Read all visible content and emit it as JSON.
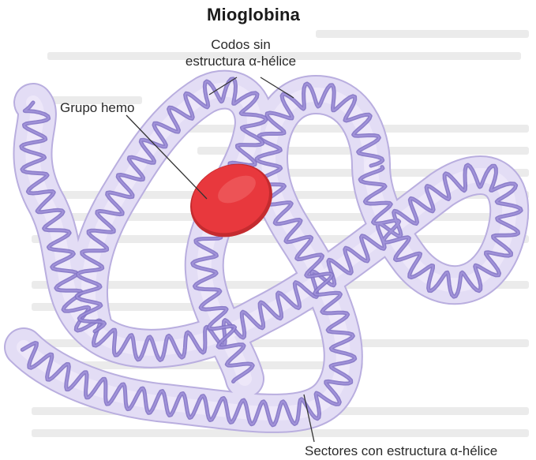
{
  "diagram": {
    "title": "Mioglobina",
    "labels": {
      "codos_line1": "Codos sin",
      "codos_line2": "estructura α-hélice",
      "grupo_hemo": "Grupo hemo",
      "sectores": "Sectores con estructura α-hélice"
    },
    "colors": {
      "tube_fill": "#e3ddf5",
      "tube_edge": "#b9aedf",
      "helix": "#8273c4",
      "helix_dark": "#6a5bb0",
      "heme": "#e8383d",
      "heme_edge": "#c42b2f",
      "leader": "#333333"
    }
  }
}
